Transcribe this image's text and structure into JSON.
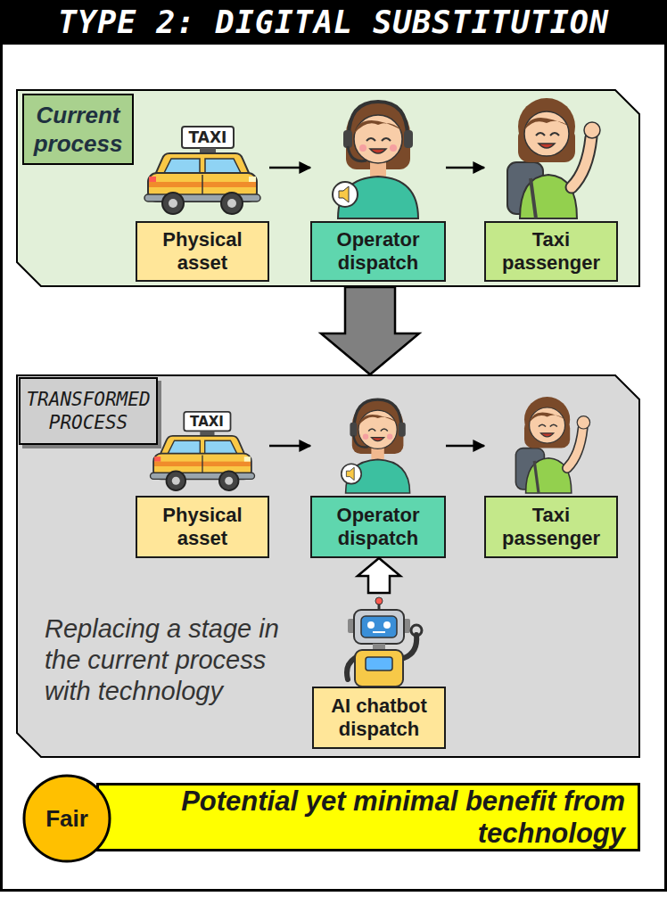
{
  "diagram": {
    "title": "TYPE 2: DIGITAL SUBSTITUTION",
    "nodes": [
      {
        "text": [
          "Current process"
        ]
      },
      {
        "text": [
          "Physical asset"
        ],
        "in": 0
      },
      {
        "text": [
          "Operator dispatch"
        ],
        "in": 0
      },
      {
        "text": [
          "Taxi passenger"
        ],
        "in": 0
      },
      {
        "text": [
          "TRANSFORMED PROCESS",
          "Replacing a stage in the current process with technology"
        ]
      },
      {
        "text": [
          "Physical asset"
        ],
        "in": 4
      },
      {
        "text": [
          "Operator dispatch"
        ],
        "in": 4
      },
      {
        "text": [
          "Taxi passenger"
        ],
        "in": 4
      },
      {
        "text": [
          "AI chatbot dispatch"
        ],
        "in": 4
      },
      {
        "text": [
          "Fair"
        ]
      },
      {
        "text": [
          "Potential yet minimal benefit from technology"
        ]
      }
    ],
    "edges": [
      {
        "from": 0,
        "to": 4,
        "arrow": "to"
      },
      {
        "from": 1,
        "to": 2,
        "arrow": "to"
      },
      {
        "from": 2,
        "to": 3,
        "arrow": "to"
      },
      {
        "from": 5,
        "to": 6,
        "arrow": "to"
      },
      {
        "from": 6,
        "to": 7,
        "arrow": "to"
      },
      {
        "from": 8,
        "to": 6,
        "arrow": "to"
      }
    ],
    "labels": [
      "TAXI",
      "TAXI"
    ]
  }
}
